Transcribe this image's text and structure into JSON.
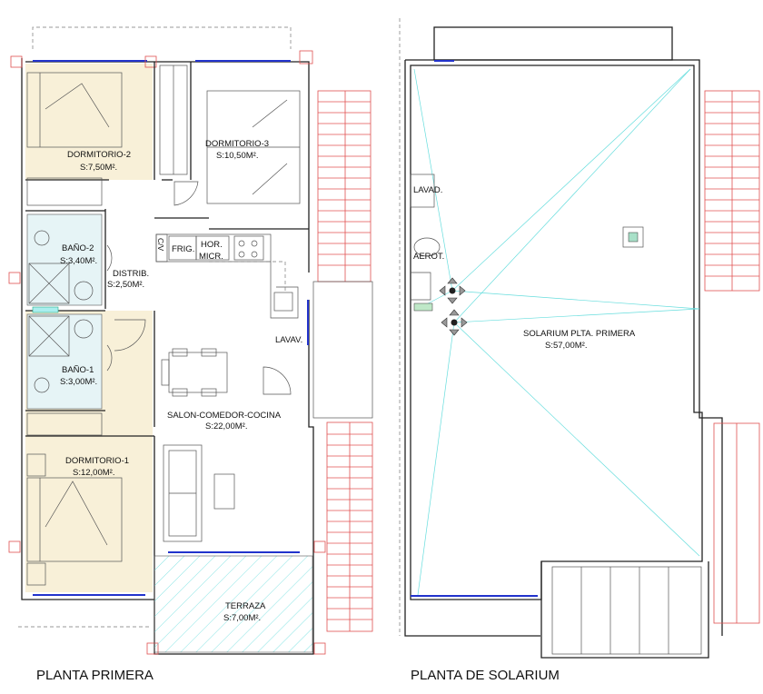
{
  "plans": {
    "left_title": "PLANTA PRIMERA",
    "right_title": "PLANTA DE SOLARIUM"
  },
  "rooms": {
    "dormitorio2": {
      "name": "DORMITORIO-2",
      "area": "S:7,50M²."
    },
    "dormitorio3": {
      "name": "DORMITORIO-3",
      "area": "S:10,50M²."
    },
    "bano2": {
      "name": "BAÑO-2",
      "area": "S:3,40M²."
    },
    "distrib": {
      "name": "DISTRIB.",
      "area": "S:2,50M²."
    },
    "bano1": {
      "name": "BAÑO-1",
      "area": "S:3,00M²."
    },
    "dormitorio1": {
      "name": "DORMITORIO-1",
      "area": "S:12,00M²."
    },
    "salon": {
      "name": "SALON-COMEDOR-COCINA",
      "area": "S:22,00M²."
    },
    "terraza": {
      "name": "TERRAZA",
      "area": "S:7,00M²."
    },
    "solarium": {
      "name": "SOLARIUM PLTA. PRIMERA",
      "area": "S:57,00M²."
    }
  },
  "fixtures": {
    "frig": "FRIG.",
    "hor": "HOR.",
    "micr": "MICR.",
    "cv": "C/V",
    "lavav": "LAVAV.",
    "lavad": "LAVAD.",
    "aerot": "AEROT."
  },
  "colors": {
    "bedroom_fill": "#f8f0d8",
    "wall": "#222222",
    "window": "#2233cc",
    "stairs": "#e05050",
    "terrace_hatch": "#66dddd"
  }
}
